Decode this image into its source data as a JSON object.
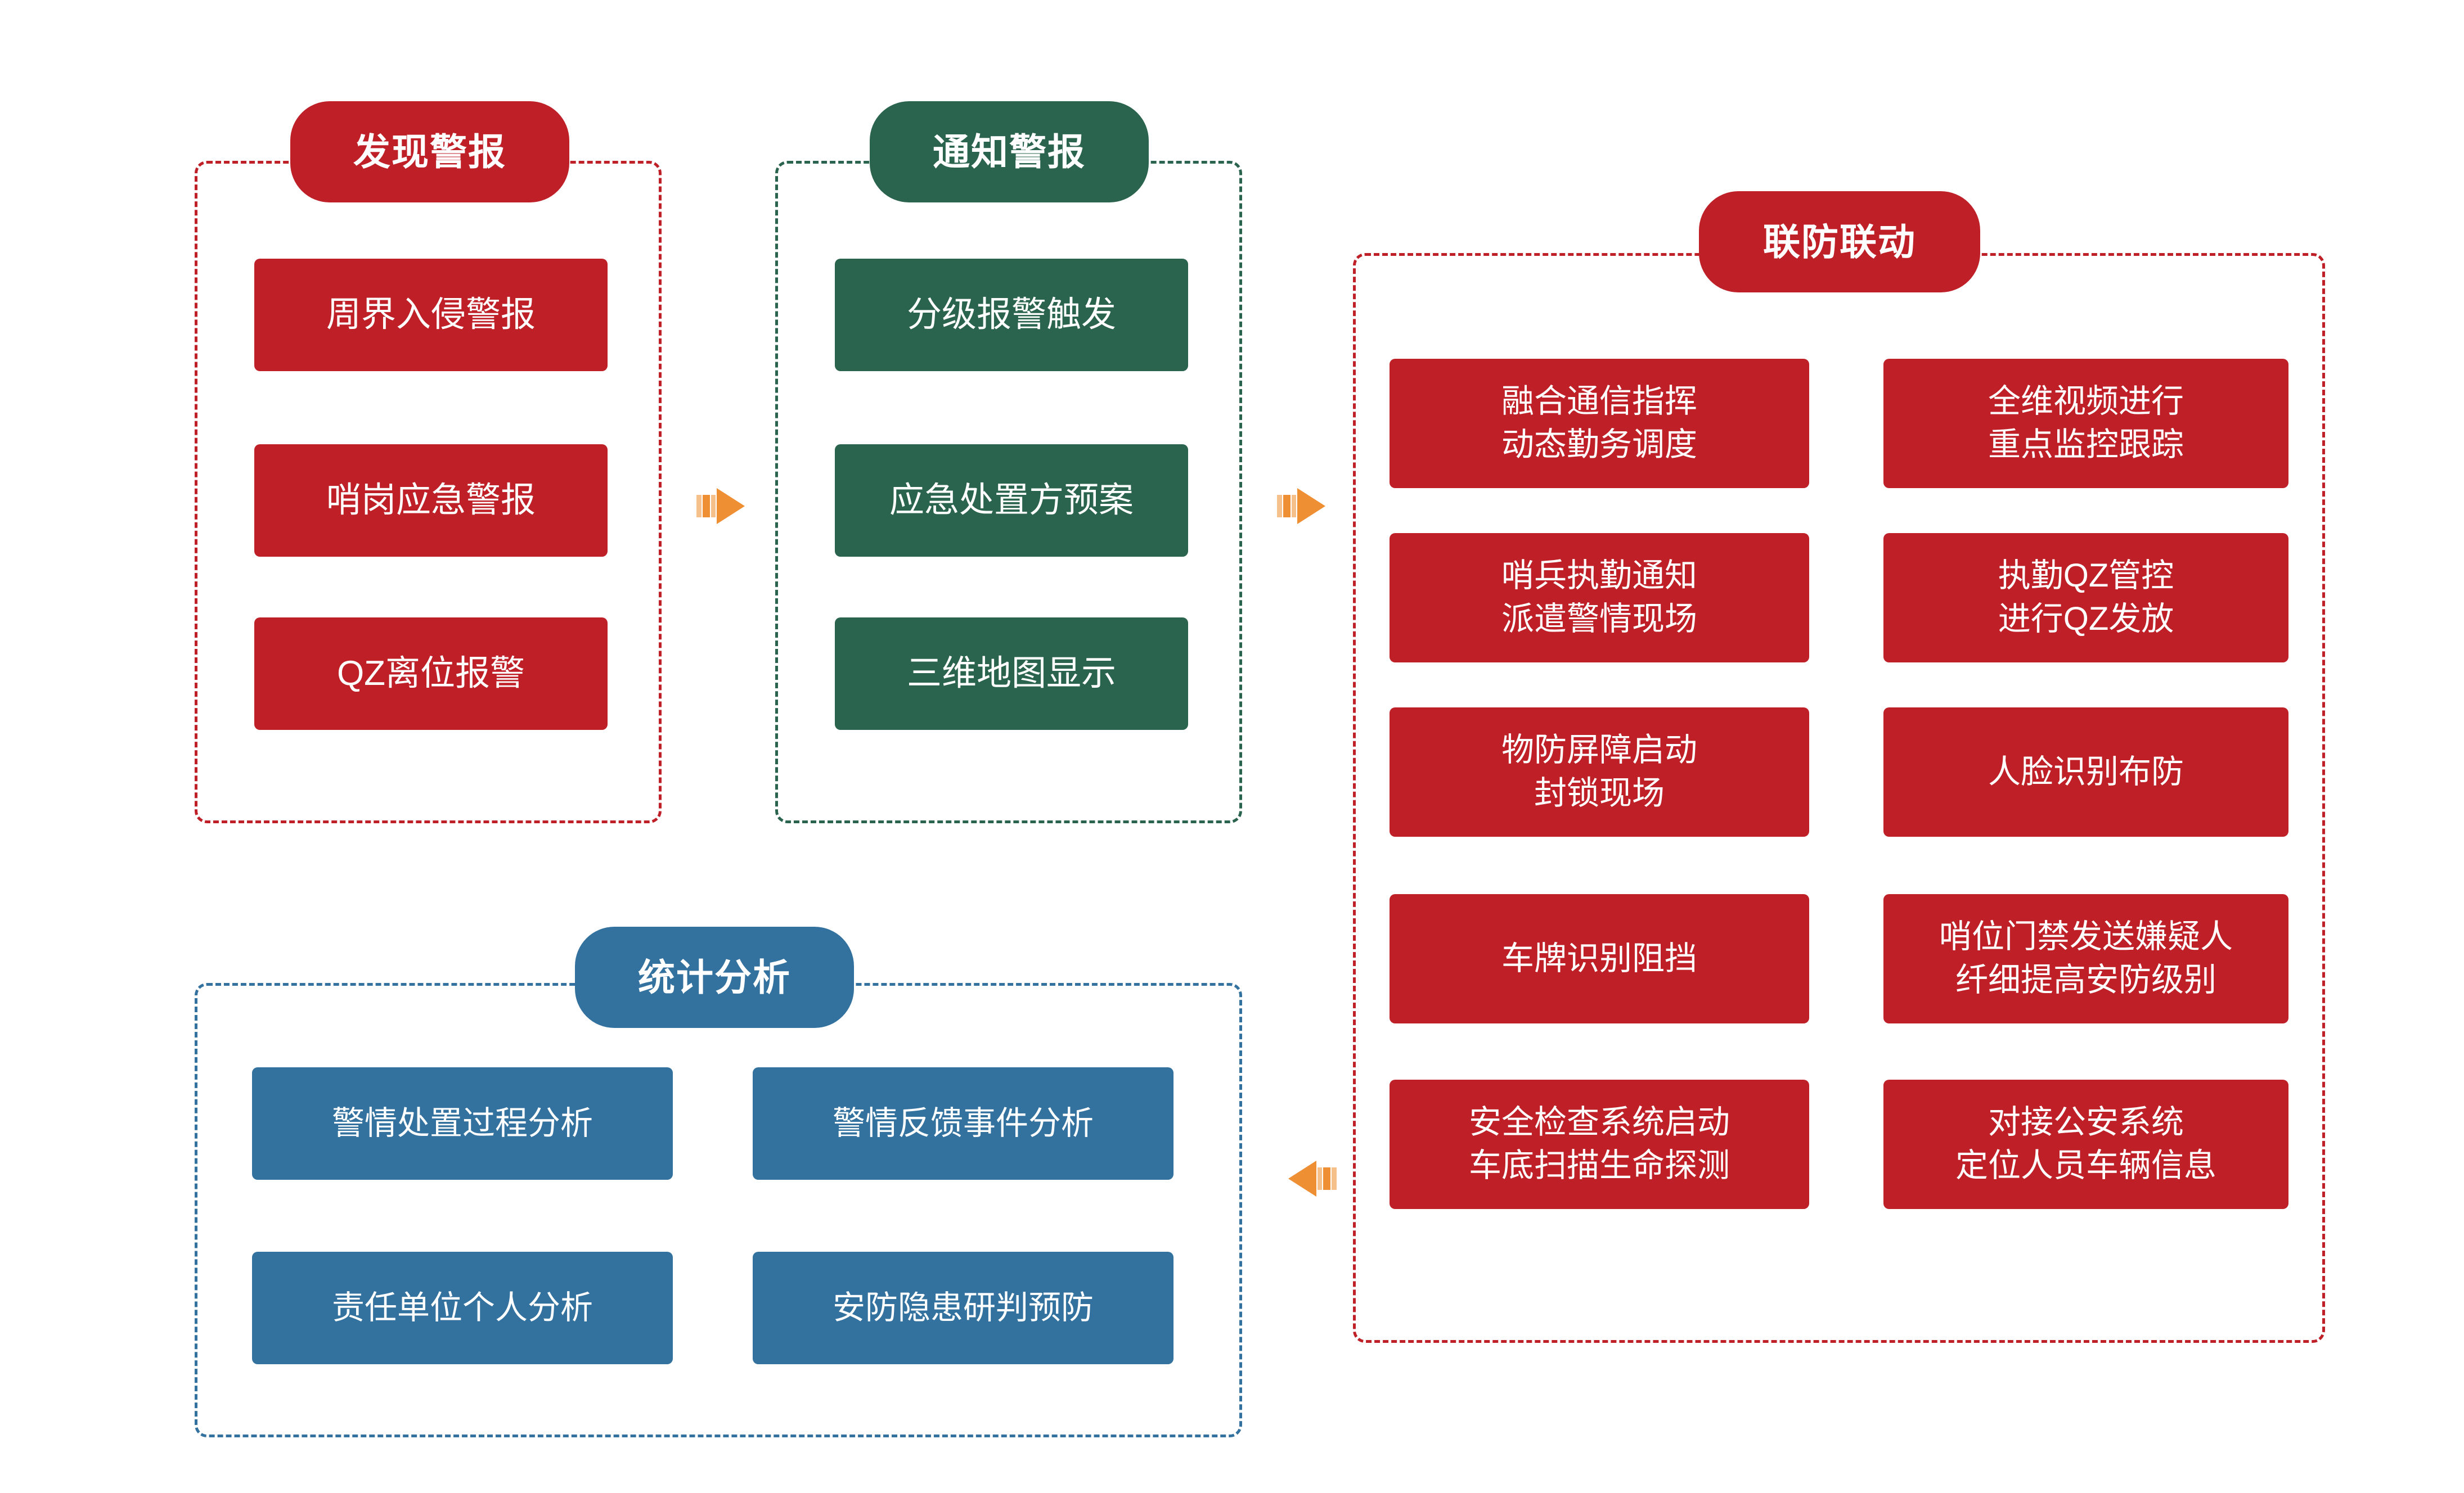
{
  "diagram": {
    "title_hidden": "",
    "colors": {
      "red": "#bf2028",
      "green": "#2a644e",
      "blue": "#33719e",
      "arrow_orange": "#ef8f33",
      "arrow_orange_light": "#f6c08a",
      "background": "#ffffff",
      "text_on_fill": "#ffffff"
    },
    "groups": [
      {
        "key": "discover",
        "title": "发现警报",
        "accent": "red",
        "items": [
          "周界入侵警报",
          "哨岗应急警报",
          "QZ离位报警"
        ]
      },
      {
        "key": "notify",
        "title": "通知警报",
        "accent": "green",
        "items": [
          "分级报警触发",
          "应急处置方预案",
          "三维地图显示"
        ]
      },
      {
        "key": "joint_defense",
        "title": "联防联动",
        "accent": "red",
        "items_left": [
          "融合通信指挥\n动态勤务调度",
          "哨兵执勤通知\n派遣警情现场",
          "物防屏障启动\n封锁现场",
          "车牌识别阻挡",
          "安全检查系统启动\n车底扫描生命探测"
        ],
        "items_right": [
          "全维视频进行\n重点监控跟踪",
          "执勤QZ管控\n进行QZ发放",
          "人脸识别布防",
          "哨位门禁发送嫌疑人\n纤细提高安防级别",
          "对接公安系统\n定位人员车辆信息"
        ]
      },
      {
        "key": "statistics",
        "title": "统计分析",
        "accent": "blue",
        "items_left": [
          "警情处置过程分析",
          "责任单位个人分析"
        ],
        "items_right": [
          "警情反馈事件分析",
          "安防隐患研判预防"
        ]
      }
    ],
    "arrows": [
      {
        "key": "discover-to-notify",
        "direction": "right"
      },
      {
        "key": "notify-to-joint-defense",
        "direction": "right"
      },
      {
        "key": "joint-defense-to-statistics",
        "direction": "left"
      }
    ]
  }
}
